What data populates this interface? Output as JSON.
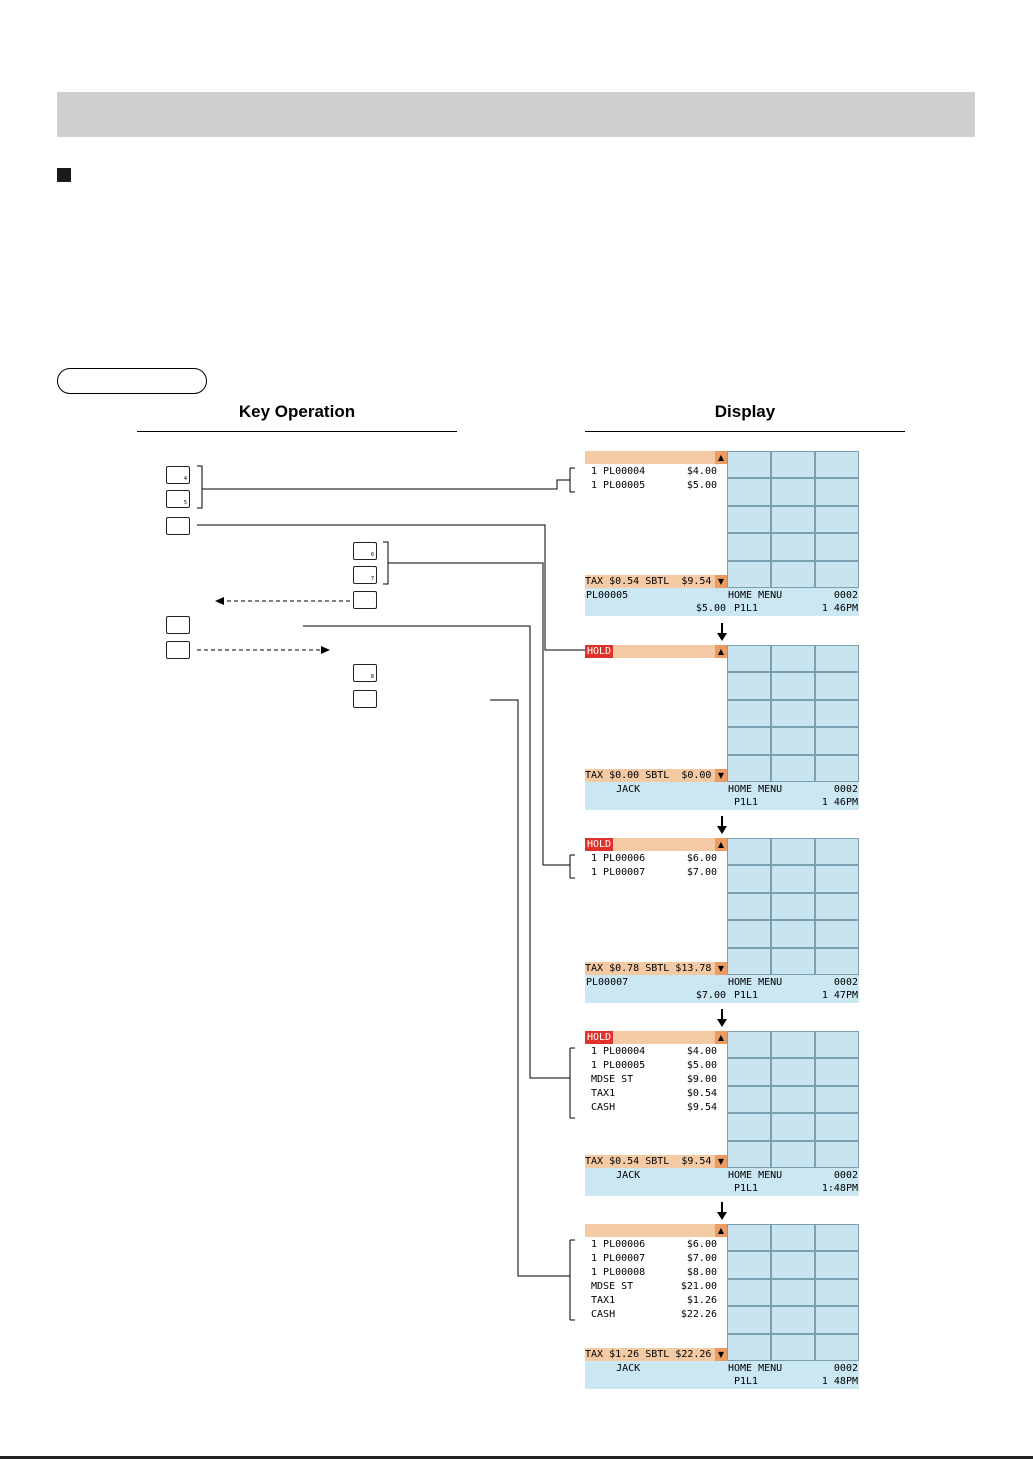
{
  "columns": {
    "key_operation": "Key Operation",
    "display": "Display"
  },
  "keys": [
    {
      "id": "k1",
      "label": "4"
    },
    {
      "id": "k2",
      "label": "5"
    },
    {
      "id": "k3",
      "label": ""
    },
    {
      "id": "k4",
      "label": "6"
    },
    {
      "id": "k5",
      "label": "7"
    },
    {
      "id": "k6",
      "label": ""
    },
    {
      "id": "k7",
      "label": ""
    },
    {
      "id": "k8",
      "label": ""
    },
    {
      "id": "k9",
      "label": "8"
    },
    {
      "id": "k10",
      "label": ""
    }
  ],
  "screens": [
    {
      "hold": "",
      "lines": [
        {
          "n": " 1 PL00004",
          "v": "$4.00"
        },
        {
          "n": " 1 PL00005",
          "v": "$5.00"
        }
      ],
      "tax": "TAX $0.54 SBTL  $9.54",
      "status": {
        "tl": "PL00005",
        "tr1": "HOME MENU",
        "tr2": "0002",
        "bl": "$5.00",
        "br1": "P1L1",
        "br2": "1 46PM"
      }
    },
    {
      "hold": "HOLD",
      "lines": [],
      "tax": "TAX $0.00 SBTL  $0.00",
      "status": {
        "tl": "     JACK",
        "tr1": "HOME MENU",
        "tr2": "0002",
        "bl": "",
        "br1": "P1L1",
        "br2": "1 46PM"
      }
    },
    {
      "hold": "HOLD",
      "lines": [
        {
          "n": " 1 PL00006",
          "v": "$6.00"
        },
        {
          "n": " 1 PL00007",
          "v": "$7.00"
        }
      ],
      "tax": "TAX $0.78 SBTL $13.78",
      "status": {
        "tl": "PL00007",
        "tr1": "HOME MENU",
        "tr2": "0002",
        "bl": "$7.00",
        "br1": "P1L1",
        "br2": "1 47PM"
      }
    },
    {
      "hold": "HOLD",
      "lines": [
        {
          "n": " 1 PL00004",
          "v": "$4.00"
        },
        {
          "n": " 1 PL00005",
          "v": "$5.00"
        },
        {
          "n": " MDSE ST",
          "v": "$9.00"
        },
        {
          "n": " TAX1",
          "v": "$0.54"
        },
        {
          "n": " CASH",
          "v": "$9.54"
        }
      ],
      "tax": "TAX $0.54 SBTL  $9.54",
      "status": {
        "tl": "     JACK",
        "tr1": "HOME MENU",
        "tr2": "0002",
        "bl": "",
        "br1": "P1L1",
        "br2": "1:48PM"
      }
    },
    {
      "hold": "",
      "lines": [
        {
          "n": " 1 PL00006",
          "v": "$6.00"
        },
        {
          "n": " 1 PL00007",
          "v": "$7.00"
        },
        {
          "n": " 1 PL00008",
          "v": "$8.00"
        },
        {
          "n": " MDSE ST",
          "v": "$21.00"
        },
        {
          "n": " TAX1",
          "v": "$1.26"
        },
        {
          "n": " CASH",
          "v": "$22.26"
        }
      ],
      "tax": "TAX $1.26 SBTL $22.26",
      "status": {
        "tl": "     JACK",
        "tr1": "HOME MENU",
        "tr2": "0002",
        "bl": "",
        "br1": "P1L1",
        "br2": "1 48PM"
      }
    }
  ],
  "icons": {
    "scroll_up": "▲",
    "scroll_down": "▼",
    "section_bullet": "square-bullet-icon"
  },
  "colors": {
    "header_bar": "#cfcfcf",
    "hold_badge": "#e0312b",
    "top_bar": "#f4caa4",
    "status_bar": "#cbe7f1",
    "grid_cell": "#c9e4ee"
  }
}
